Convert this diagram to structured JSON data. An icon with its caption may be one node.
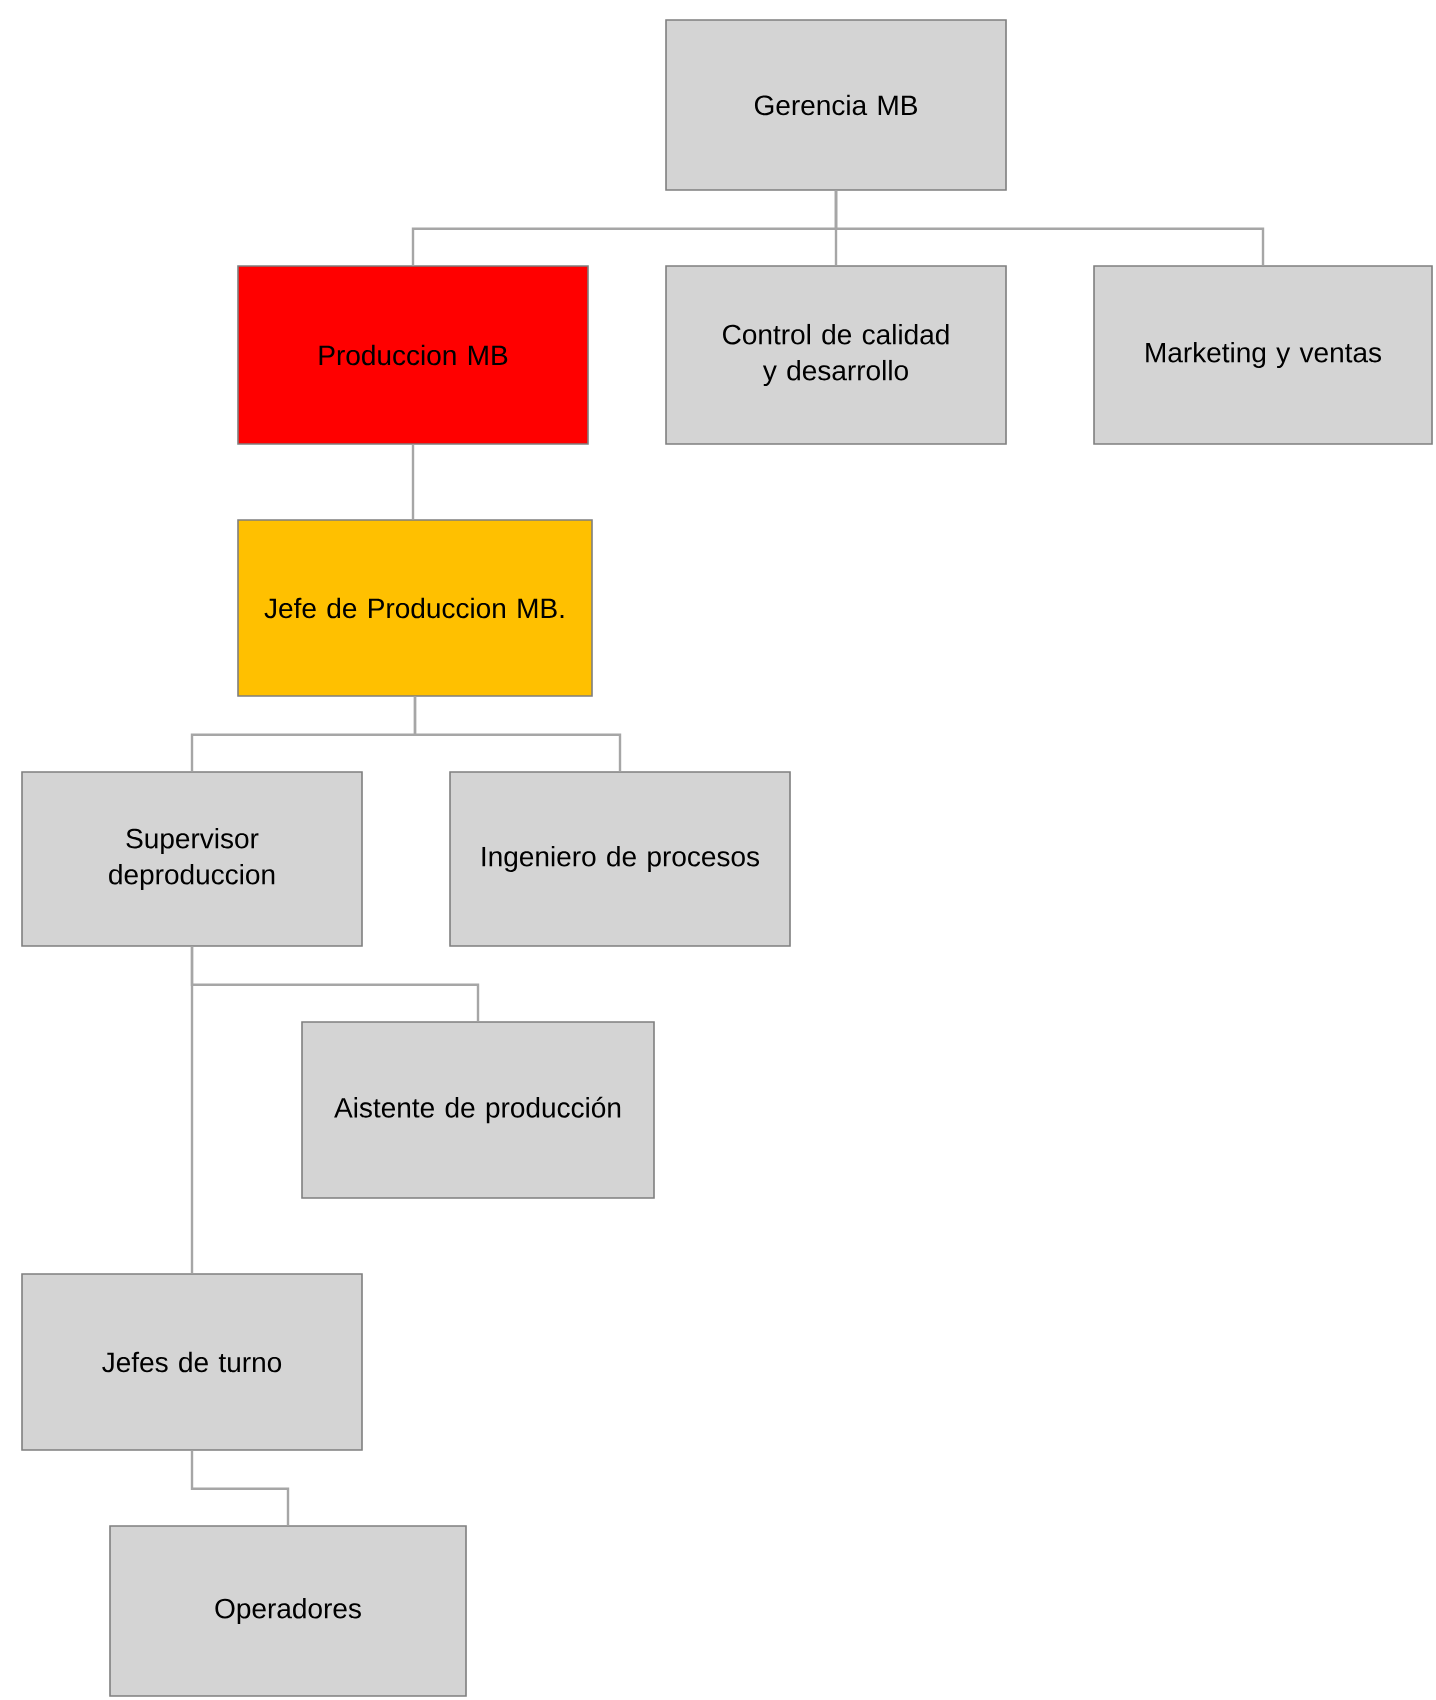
{
  "diagram": {
    "nodes": [
      {
        "text": [
          "Gerencia MB"
        ]
      },
      {
        "text": [
          "Produccion MB"
        ]
      },
      {
        "text": [
          "Control de calidad y desarrollo"
        ]
      },
      {
        "text": [
          "Marketing y ventas"
        ]
      },
      {
        "text": [
          "Jefe de Produccion MB."
        ]
      },
      {
        "text": [
          "Supervisor deproduccion"
        ]
      },
      {
        "text": [
          "Ingeniero de procesos"
        ]
      },
      {
        "text": [
          "Aistente de producción"
        ]
      },
      {
        "text": [
          "Jefes de turno"
        ]
      },
      {
        "text": [
          "Operadores"
        ]
      }
    ],
    "edges": [
      {
        "from": 0,
        "to": 1,
        "arrow": "none"
      },
      {
        "from": 0,
        "to": 2,
        "arrow": "none"
      },
      {
        "from": 0,
        "to": 3,
        "arrow": "none"
      },
      {
        "from": 1,
        "to": 4,
        "arrow": "none"
      },
      {
        "from": 4,
        "to": 5,
        "arrow": "none"
      },
      {
        "from": 4,
        "to": 6,
        "arrow": "none"
      },
      {
        "from": 5,
        "to": 7,
        "arrow": "none"
      },
      {
        "from": 5,
        "to": 8,
        "arrow": "none"
      },
      {
        "from": 8,
        "to": 9,
        "arrow": "none"
      }
    ]
  }
}
